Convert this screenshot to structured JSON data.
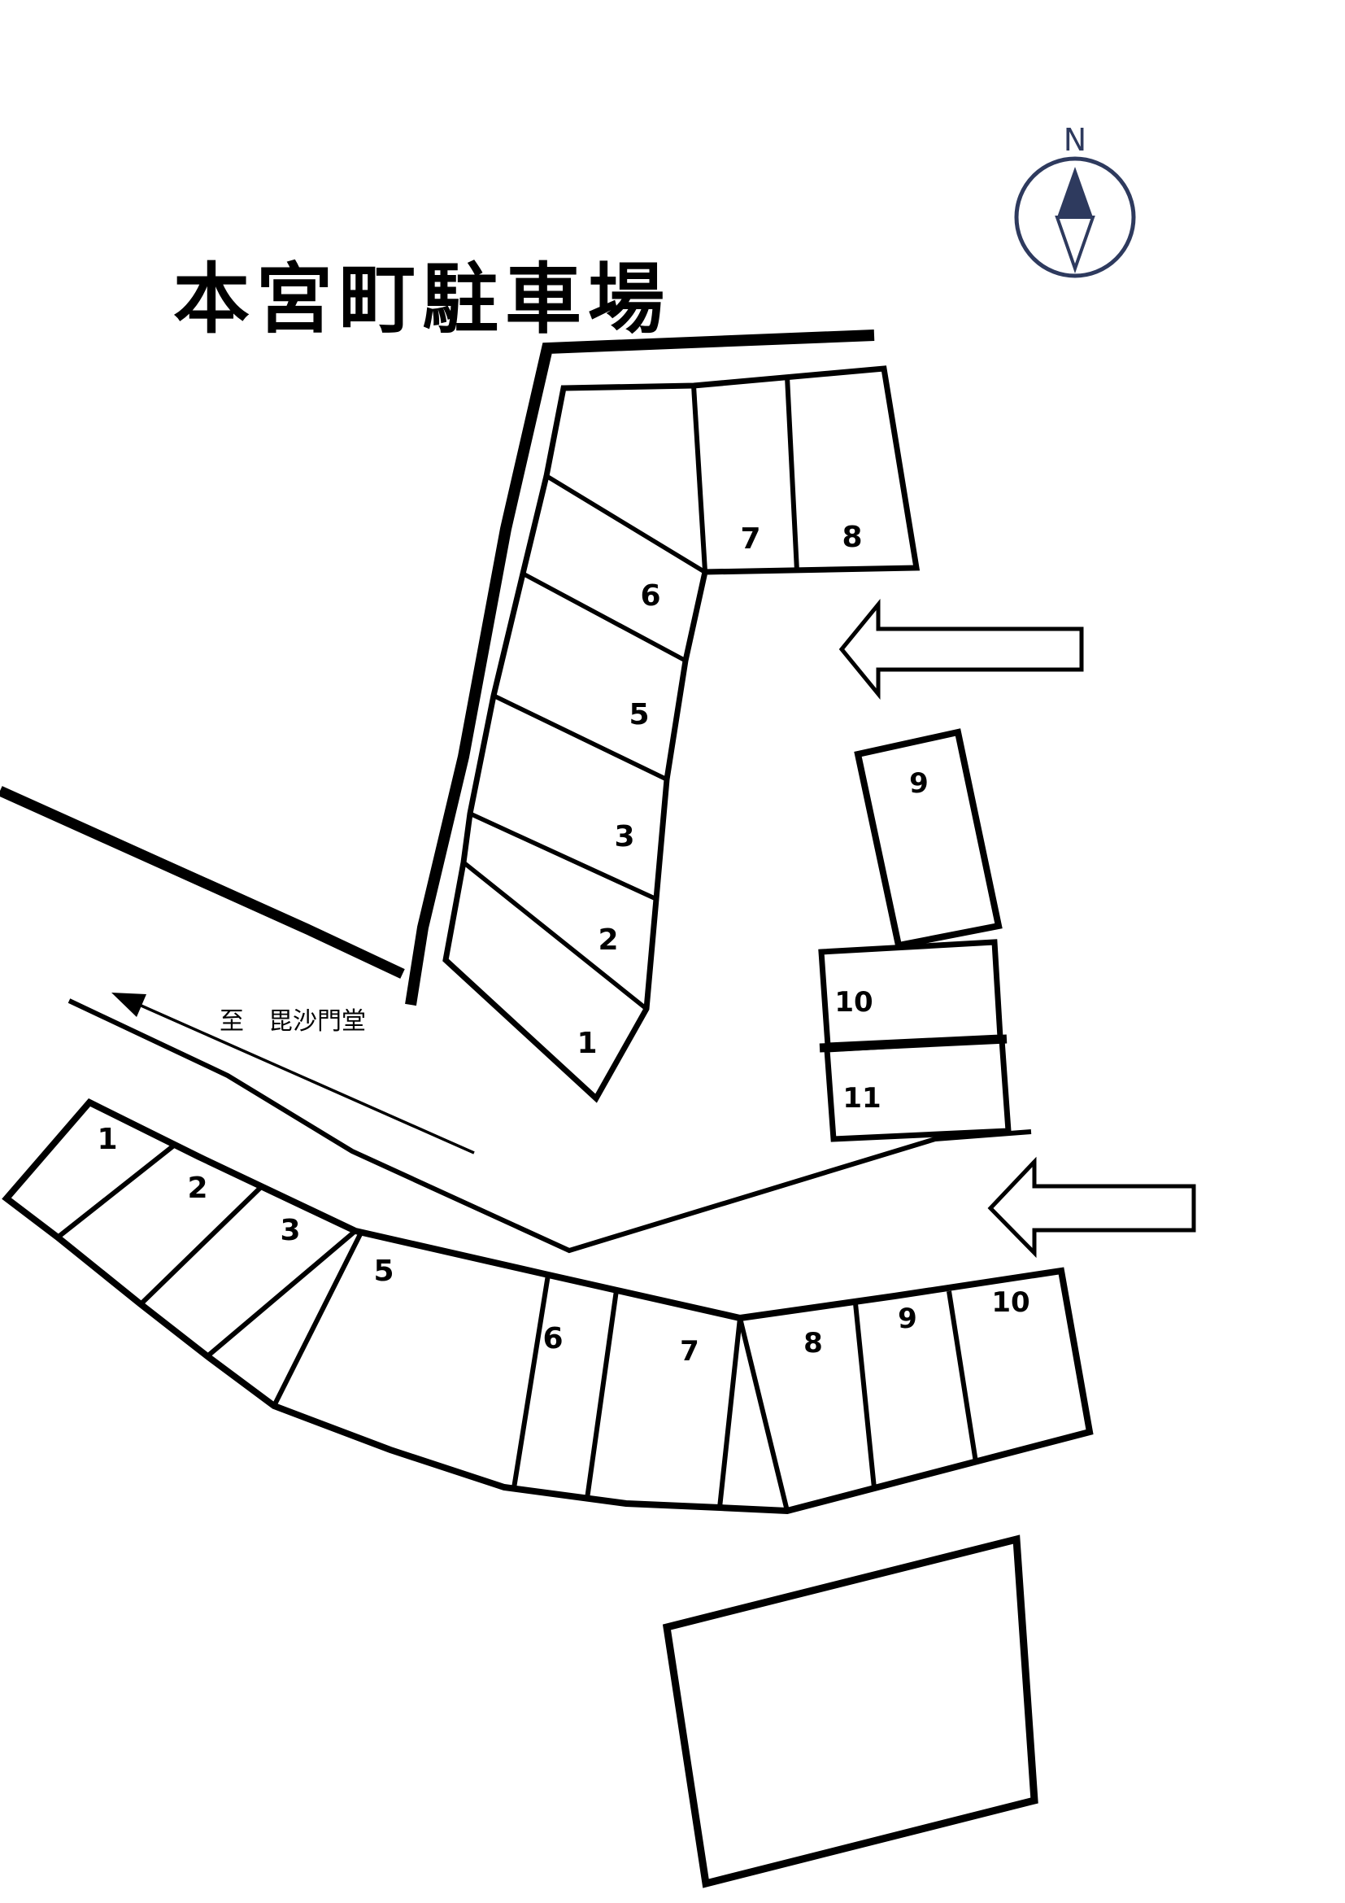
{
  "title": "本宮町駐車場",
  "compass": {
    "label": "N",
    "color": "#2e3a5e"
  },
  "road_note": {
    "text": "至　毘沙門堂"
  },
  "colors": {
    "line": "#000000",
    "background": "#ffffff",
    "compass": "#2e3a5e"
  },
  "upper_lot": {
    "fan_spaces": [
      {
        "label": "6"
      },
      {
        "label": "5"
      },
      {
        "label": "3"
      },
      {
        "label": "2"
      },
      {
        "label": "1"
      }
    ],
    "head_spaces": [
      {
        "label": "7"
      },
      {
        "label": "8"
      }
    ],
    "side_spaces": [
      {
        "label": "9"
      },
      {
        "label": "10"
      },
      {
        "label": "11"
      }
    ]
  },
  "lower_lot": {
    "spaces": [
      {
        "label": "1"
      },
      {
        "label": "2"
      },
      {
        "label": "3"
      },
      {
        "label": "5"
      },
      {
        "label": "6"
      },
      {
        "label": "7"
      },
      {
        "label": "8"
      },
      {
        "label": "9"
      },
      {
        "label": "10"
      }
    ]
  }
}
